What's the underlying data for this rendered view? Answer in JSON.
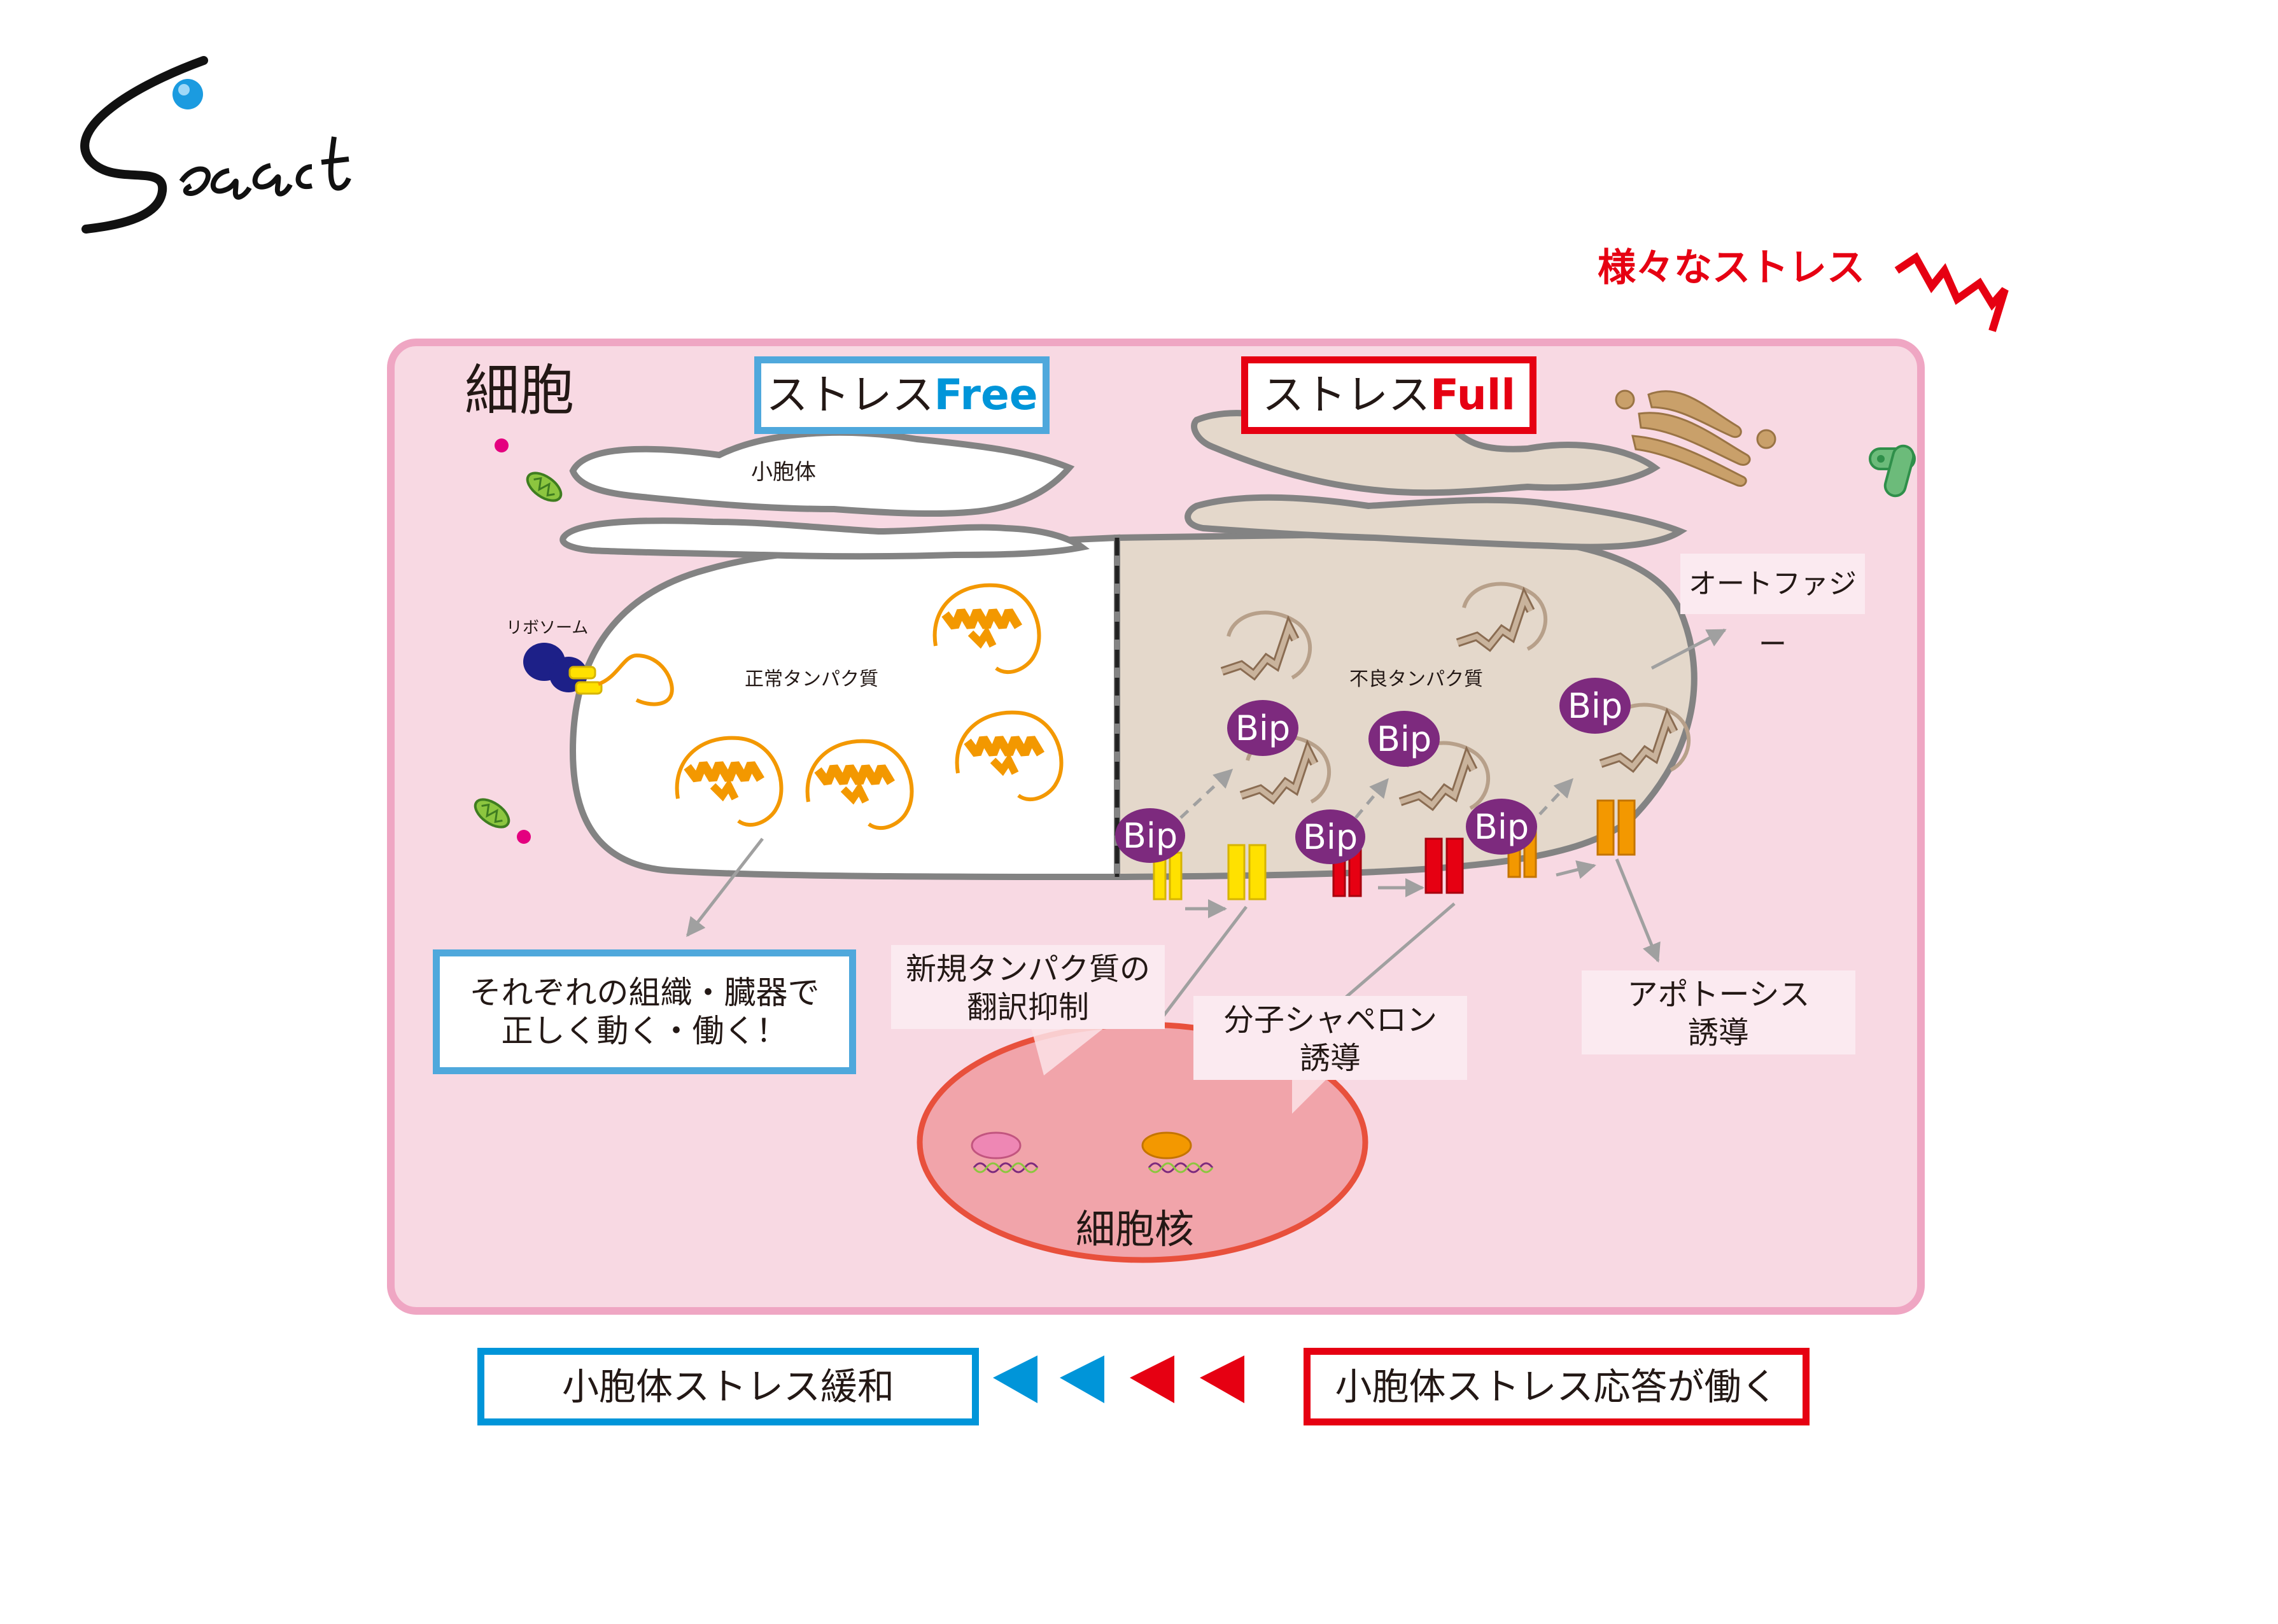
{
  "logo": {
    "text": "Seaact"
  },
  "stress_label": "様々なストレス",
  "cell_label": "細胞",
  "stress_free": {
    "prefix": "ストレス",
    "suffix": "Free"
  },
  "stress_full": {
    "prefix": "ストレス",
    "suffix": "Full"
  },
  "er_label": "小胞体",
  "ribosome_label": "リボソーム",
  "normal_protein_label": "正常タンパク質",
  "misfolded_protein_label": "不良タンパク質",
  "chaperone_label": "Bip",
  "autophagy_label": "オートファジー",
  "organs_box": {
    "line1": "それぞれの組織・臓器で",
    "line2": "正しく動く・働く！"
  },
  "translation_note": {
    "line1": "新規タンパク質の",
    "line2": "翻訳抑制"
  },
  "chaperone_note": {
    "line1": "分子シャペロン",
    "line2": "誘導"
  },
  "apoptosis_note": {
    "line1": "アポトーシス",
    "line2": "誘導"
  },
  "nucleus_label": "細胞核",
  "footer": {
    "relief": "小胞体ストレス緩和",
    "response": "小胞体ストレス応答が働く"
  },
  "colors": {
    "cell_fill": "#f8d9e3",
    "cell_border": "#efa6c3",
    "er_free": "#ffffff",
    "er_stress": "#e4d8cb",
    "er_outline": "#838383",
    "protein_normal": "#f39800",
    "protein_misfolded": "#b7a08a",
    "bip": "#7d2a7e",
    "blue": "#0095d9",
    "red": "#e60012",
    "nucleus": "#f1a4aa",
    "nucleus_border": "#e8503c",
    "sensor_yellow": "#ffe100",
    "sensor_red": "#e60012",
    "sensor_orange": "#f39800"
  }
}
